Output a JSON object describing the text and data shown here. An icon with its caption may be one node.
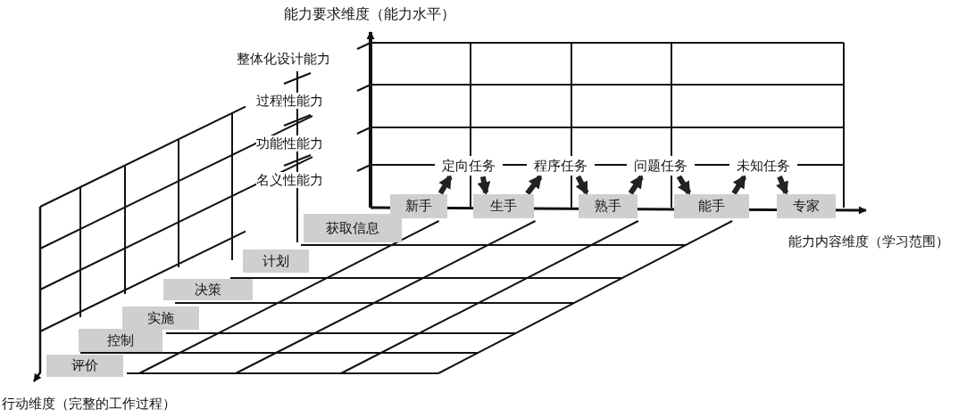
{
  "diagram": {
    "nodes": [
      {
        "text": [
          "新手"
        ]
      },
      {
        "text": [
          "生手"
        ]
      },
      {
        "text": [
          "熟手"
        ]
      },
      {
        "text": [
          "能手"
        ]
      },
      {
        "text": [
          "专家"
        ]
      },
      {
        "text": [
          "定向任务"
        ]
      },
      {
        "text": [
          "程序任务"
        ]
      },
      {
        "text": [
          "问题任务"
        ]
      },
      {
        "text": [
          "未知任务"
        ]
      },
      {
        "text": [
          "获取信息"
        ]
      },
      {
        "text": [
          "计划"
        ]
      },
      {
        "text": [
          "决策"
        ]
      },
      {
        "text": [
          "实施"
        ]
      },
      {
        "text": [
          "控制"
        ]
      },
      {
        "text": [
          "评价"
        ]
      }
    ],
    "edges": [
      {
        "from": 0,
        "to": 5,
        "arrow": "to"
      },
      {
        "from": 5,
        "to": 1,
        "arrow": "to"
      },
      {
        "from": 1,
        "to": 6,
        "arrow": "to"
      },
      {
        "from": 6,
        "to": 2,
        "arrow": "to"
      },
      {
        "from": 2,
        "to": 7,
        "arrow": "to"
      },
      {
        "from": 7,
        "to": 3,
        "arrow": "to"
      },
      {
        "from": 3,
        "to": 8,
        "arrow": "to"
      },
      {
        "from": 8,
        "to": 4,
        "arrow": "to"
      }
    ],
    "labels": [
      "能力要求维度（能力水平）",
      "整体化设计能力",
      "过程性能力",
      "功能性能力",
      "名义性能力",
      "能力内容维度（学习范围）",
      "行动维度（完整的工作过程）"
    ]
  }
}
